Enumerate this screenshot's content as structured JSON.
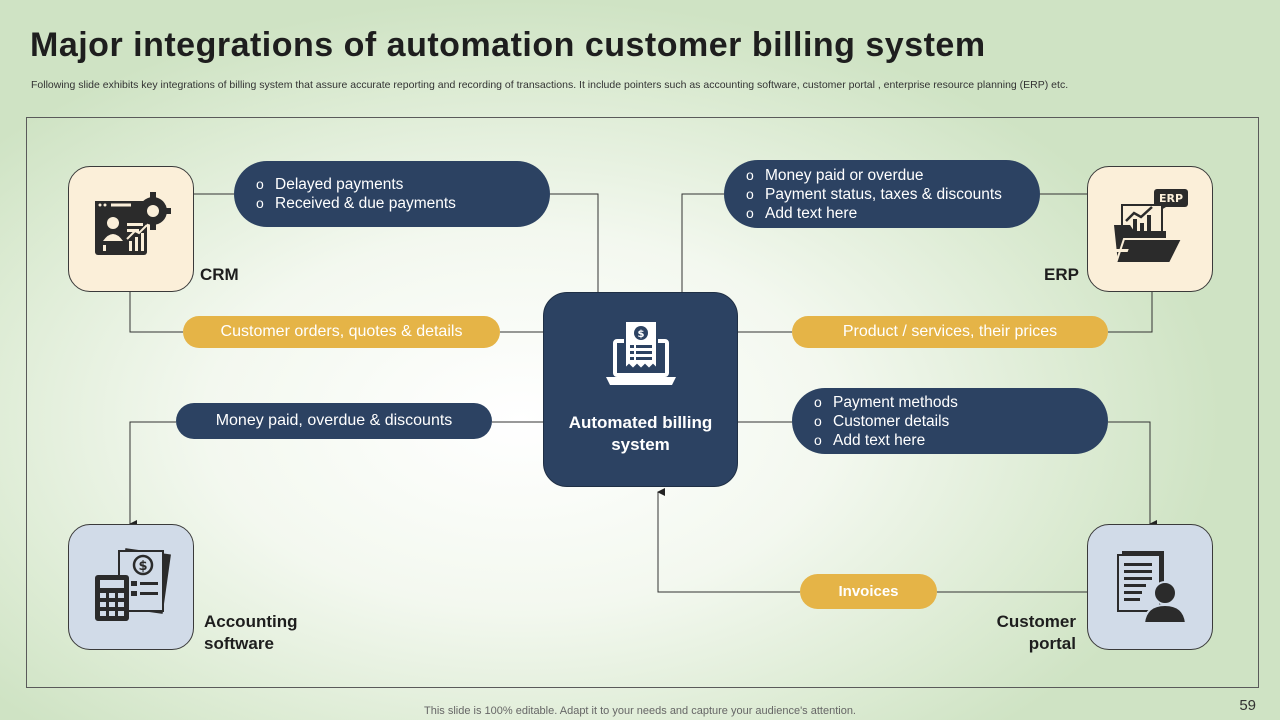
{
  "title": "Major integrations of automation customer billing system",
  "subtitle": "Following slide exhibits key integrations of billing system that assure accurate reporting and recording of transactions. It include pointers such as accounting software, customer portal , enterprise resource planning (ERP) etc.",
  "center": {
    "label": "Automated billing system",
    "icon": "laptop-invoice-icon"
  },
  "nodes": {
    "crm": {
      "label": "CRM",
      "icon": "crm-gear-chart-icon"
    },
    "erp": {
      "label": "ERP",
      "badge": "ERP",
      "icon": "erp-folder-chart-icon"
    },
    "accounting": {
      "label": "Accounting software",
      "icon": "calculator-document-icon"
    },
    "portal": {
      "label": "Customer portal",
      "icon": "document-user-icon"
    }
  },
  "bubbles": {
    "crm_top": {
      "items": [
        "Delayed payments",
        "Received & due payments"
      ]
    },
    "erp_top": {
      "items": [
        "Money paid or overdue",
        "Payment status, taxes & discounts",
        "Add text here"
      ]
    },
    "portal_top": {
      "items": [
        "Payment methods",
        "Customer details",
        "Add text here"
      ]
    }
  },
  "pills": {
    "crm_orders": "Customer orders, quotes & details",
    "erp_products": "Product / services, their prices",
    "accounting_money": "Money paid, overdue & discounts",
    "invoices": "Invoices"
  },
  "colors": {
    "navy": "#2c4262",
    "gold": "#e5b447",
    "cream": "#fbefd9",
    "light_blue": "#d1dbe8"
  },
  "footer": "This slide is 100% editable. Adapt it to your needs and capture your audience's attention.",
  "page_number": "59"
}
